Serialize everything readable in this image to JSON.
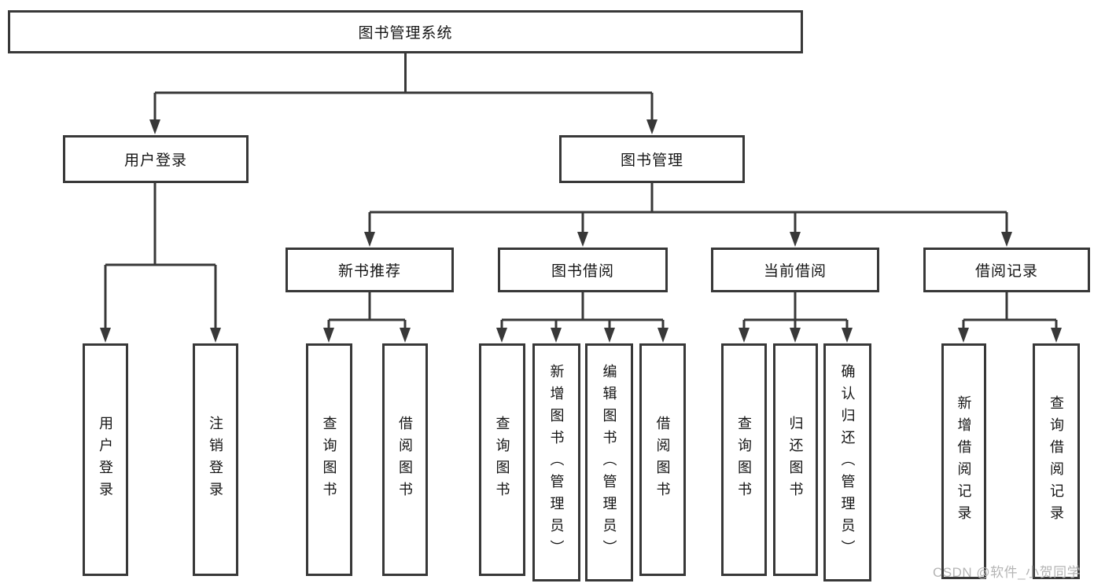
{
  "tree": {
    "root": {
      "label": "图书管理系统",
      "children": [
        {
          "label": "用户登录",
          "children": [
            {
              "label": "用户登录"
            },
            {
              "label": "注销登录"
            }
          ]
        },
        {
          "label": "图书管理",
          "children": [
            {
              "label": "新书推荐",
              "children": [
                {
                  "label": "查询图书"
                },
                {
                  "label": "借阅图书"
                }
              ]
            },
            {
              "label": "图书借阅",
              "children": [
                {
                  "label": "查询图书"
                },
                {
                  "label": "新增图书（管理员）"
                },
                {
                  "label": "编辑图书（管理员）"
                },
                {
                  "label": "借阅图书"
                }
              ]
            },
            {
              "label": "当前借阅",
              "children": [
                {
                  "label": "查询图书"
                },
                {
                  "label": "归还图书"
                },
                {
                  "label": "确认归还（管理员）"
                }
              ]
            },
            {
              "label": "借阅记录",
              "children": [
                {
                  "label": "新增借阅记录"
                },
                {
                  "label": "查询借阅记录"
                }
              ]
            }
          ]
        }
      ]
    }
  },
  "watermark": {
    "text": "CSDN @软件_小贺同学"
  },
  "colors": {
    "box_border": "#383838",
    "connector": "#383838",
    "text": "#151515",
    "watermark": "#b5b5b5",
    "background": "#ffffff"
  }
}
